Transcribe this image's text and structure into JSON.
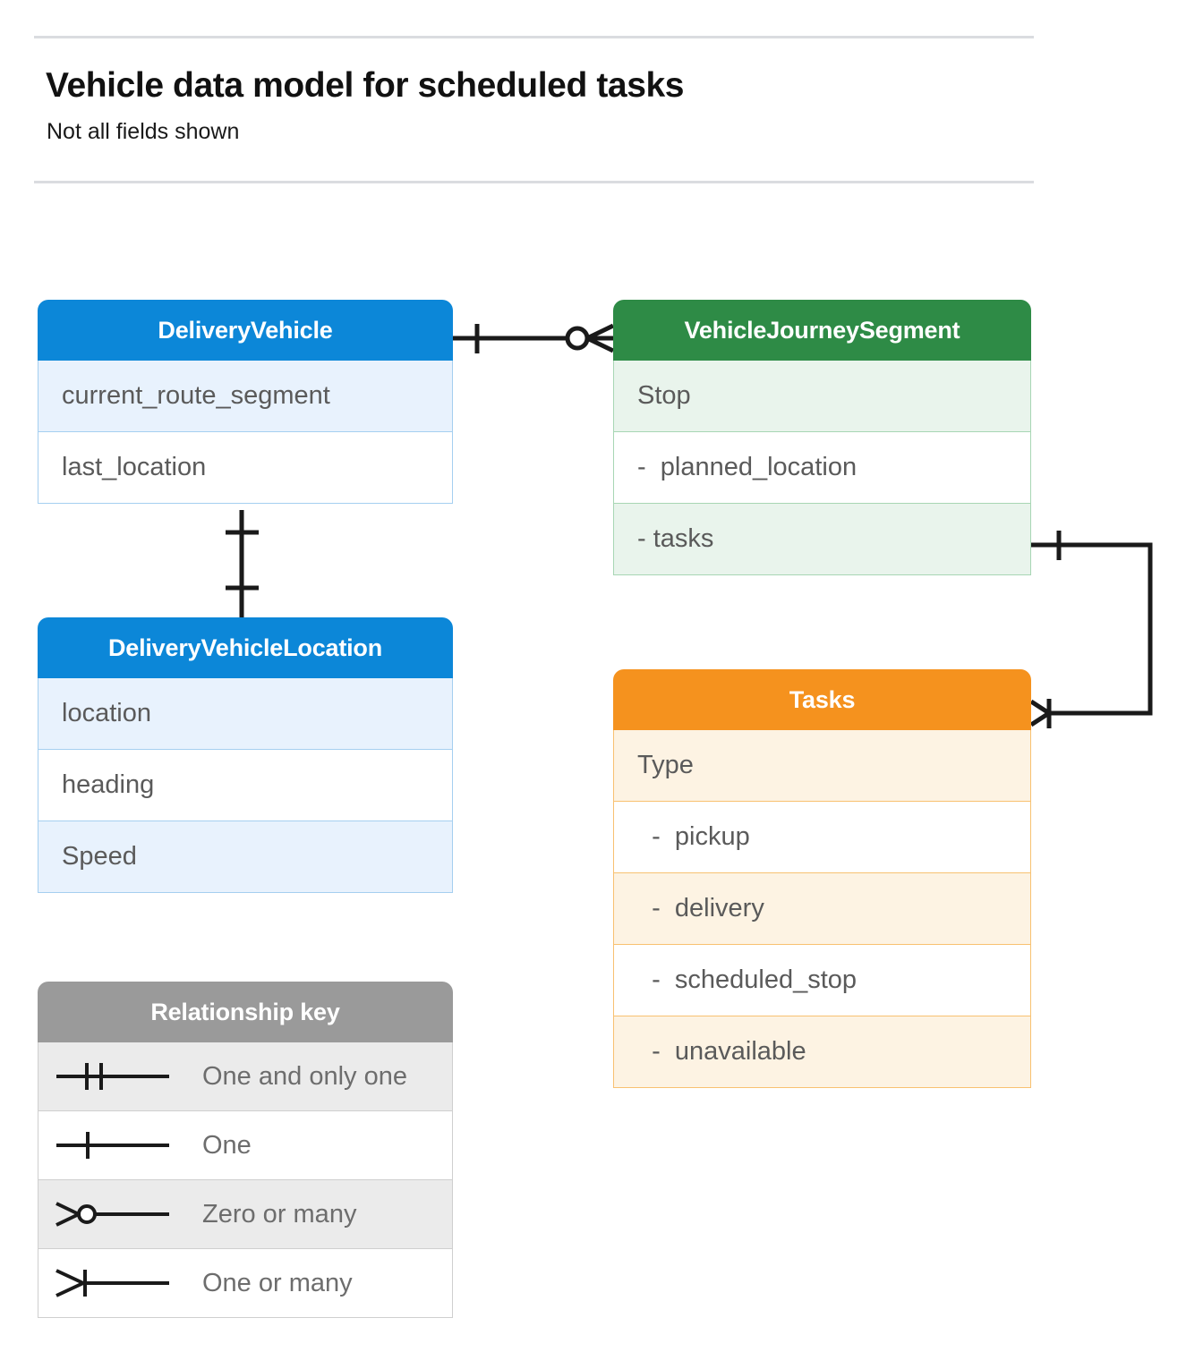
{
  "header": {
    "title": "Vehicle data model for scheduled tasks",
    "subtitle": "Not all fields shown"
  },
  "colors": {
    "blue": "#0c87d8",
    "blue_tint": "#e8f2fd",
    "blue_border": "#a5cff0",
    "green": "#2e8b46",
    "green_tint": "#e9f4ec",
    "green_border": "#a8d6b4",
    "orange": "#f5921e",
    "orange_tint": "#fdf3e3",
    "orange_border": "#f8c171",
    "grey": "#9a9a9a",
    "grey_tint": "#ebebeb",
    "rule": "#dadce0",
    "connector": "#1a1a1a",
    "row_text": "#5a5a5a",
    "title_text": "#111111"
  },
  "entities": [
    {
      "name": "DeliveryVehicle",
      "theme": "blue",
      "rows": [
        {
          "label": "current_route_segment",
          "fill": "tint"
        },
        {
          "label": "last_location",
          "fill": "plain"
        }
      ]
    },
    {
      "name": "VehicleJourneySegment",
      "theme": "green",
      "rows": [
        {
          "label": "Stop",
          "fill": "tint"
        },
        {
          "label": "-  planned_location",
          "fill": "plain"
        },
        {
          "label": "- tasks",
          "fill": "tint"
        }
      ]
    },
    {
      "name": "DeliveryVehicleLocation",
      "theme": "blue",
      "rows": [
        {
          "label": "location",
          "fill": "tint"
        },
        {
          "label": "heading",
          "fill": "plain"
        },
        {
          "label": "Speed",
          "fill": "tint"
        }
      ]
    },
    {
      "name": "Tasks",
      "theme": "orange",
      "rows": [
        {
          "label": "Type",
          "fill": "tint"
        },
        {
          "label": "  -  pickup",
          "fill": "plain"
        },
        {
          "label": "  -  delivery",
          "fill": "tint"
        },
        {
          "label": "  -  scheduled_stop",
          "fill": "plain"
        },
        {
          "label": "  -  unavailable",
          "fill": "tint"
        }
      ]
    }
  ],
  "legend": {
    "title": "Relationship key",
    "rows": [
      {
        "label": "One and only one",
        "symbol": "one-and-only-one-symbol",
        "fill": "tint"
      },
      {
        "label": "One",
        "symbol": "one-symbol",
        "fill": "plain"
      },
      {
        "label": "Zero or many",
        "symbol": "zero-or-many-symbol",
        "fill": "tint"
      },
      {
        "label": "One or many",
        "symbol": "one-or-many-symbol",
        "fill": "plain"
      }
    ]
  },
  "relationships": [
    {
      "from": "DeliveryVehicle",
      "to": "VehicleJourneySegment",
      "from_cardinality": "One",
      "to_cardinality": "Zero or many"
    },
    {
      "from": "DeliveryVehicle",
      "to": "DeliveryVehicleLocation",
      "from_cardinality": "One",
      "to_cardinality": "One"
    },
    {
      "from": "VehicleJourneySegment",
      "to": "Tasks",
      "from_cardinality": "One",
      "to_cardinality": "One or many"
    }
  ]
}
